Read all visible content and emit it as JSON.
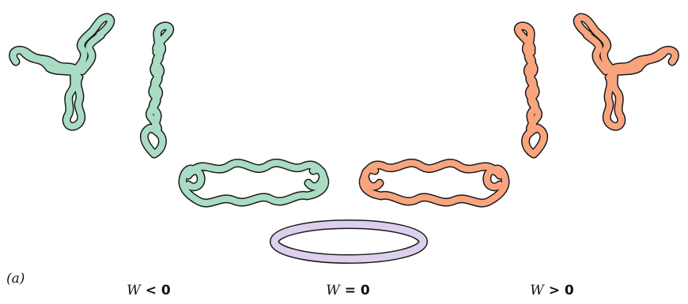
{
  "panel_label": "(a)",
  "labels": {
    "negative": {
      "symbol": "W",
      "relation": "< 0"
    },
    "zero": {
      "symbol": "W",
      "relation": "= 0"
    },
    "positive": {
      "symbol": "W",
      "relation": "> 0"
    }
  },
  "colors": {
    "negative_writhe": "#a8dcc4",
    "zero_writhe": "#dcd0ee",
    "positive_writhe": "#f8a57e",
    "outline": "#1a1a1a"
  }
}
